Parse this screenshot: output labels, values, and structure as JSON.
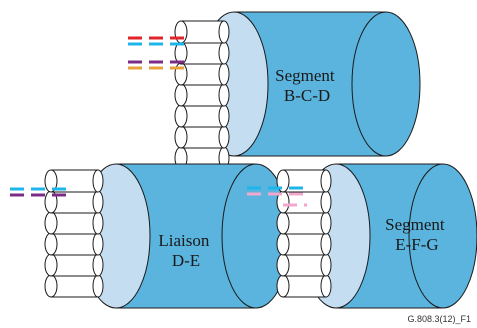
{
  "colors": {
    "cylinder_body": "#5ab4dd",
    "cylinder_face": "#c5ddf1",
    "fibre_fill": "#ffffff",
    "outline": "#1a1a1a",
    "red": "#e0262b",
    "cyan": "#1cb6ea",
    "purple": "#7c2c86",
    "orange": "#e9a13b",
    "pink": "#f2a7cf"
  },
  "cylinders": [
    {
      "id": "bcd",
      "lines": [
        "Segment",
        "B-C-D"
      ]
    },
    {
      "id": "de",
      "lines": [
        "Liaison",
        "D-E"
      ]
    },
    {
      "id": "efg",
      "lines": [
        "Segment",
        "E-F-G"
      ]
    }
  ],
  "figure_id": "G.808.3(12)_F1"
}
